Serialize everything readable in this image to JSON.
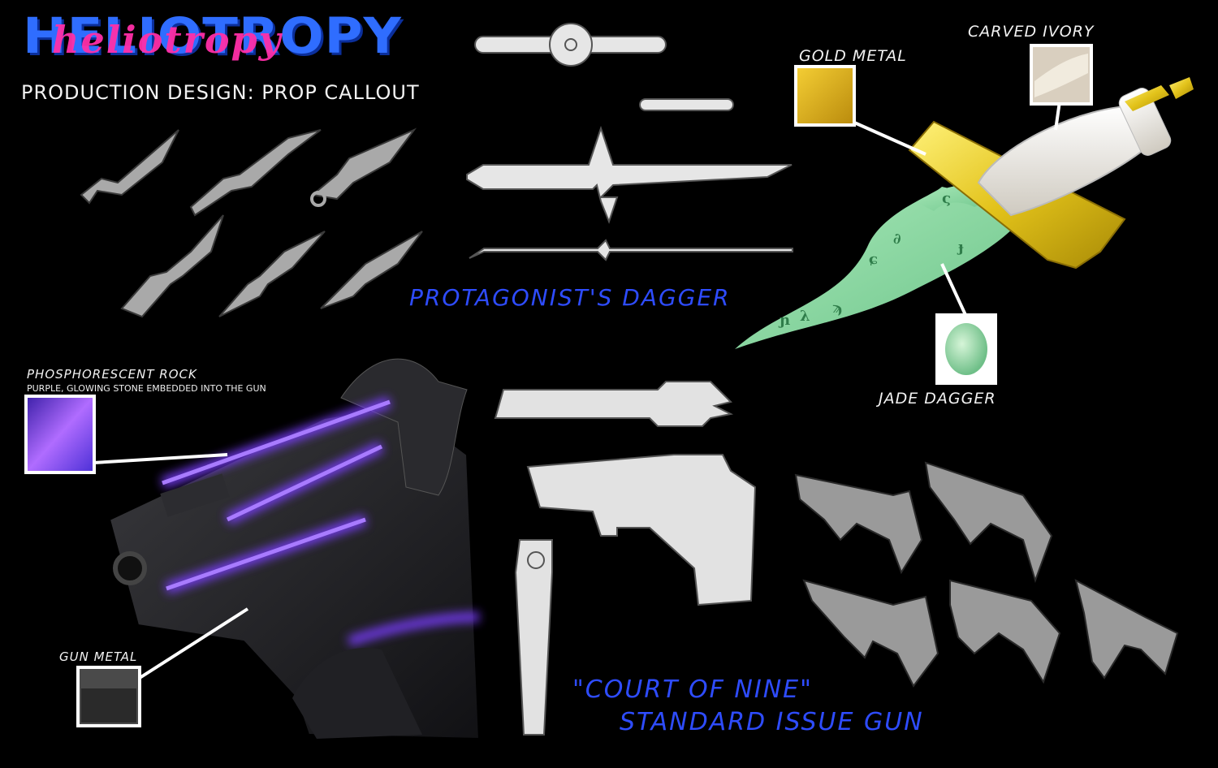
{
  "header": {
    "logo_text": "HELIOTROPY",
    "logo_script": "heliotropy",
    "subtitle": "PRODUCTION DESIGN: PROP CALLOUT"
  },
  "dagger": {
    "section_label": "PROTAGONIST'S DAGGER",
    "callouts": {
      "gold": "GOLD METAL",
      "ivory": "CARVED IVORY",
      "jade": "JADE DAGGER"
    },
    "rune_glyphs": [
      "ς",
      "∂",
      "ɕ",
      "ɟ",
      "ϡ",
      "λ",
      "ɲ"
    ]
  },
  "gun": {
    "section_label_line1": "\"COURT OF NINE\"",
    "section_label_line2": "STANDARD ISSUE GUN",
    "callouts": {
      "rock_title": "PHOSPHORESCENT ROCK",
      "rock_desc": "PURPLE, GLOWING STONE EMBEDDED INTO THE GUN",
      "metal": "GUN METAL"
    }
  },
  "colors": {
    "background": "#000000",
    "logo_blue": "#2f6dff",
    "logo_pink": "#ff2fa8",
    "label_blue": "#2e4cff",
    "gold": "#e2c21a",
    "ivory": "#eeeae0",
    "jade": "#8ed8a6",
    "glow_purple": "#7a3cff",
    "gunmetal": "#1c1c1e"
  }
}
